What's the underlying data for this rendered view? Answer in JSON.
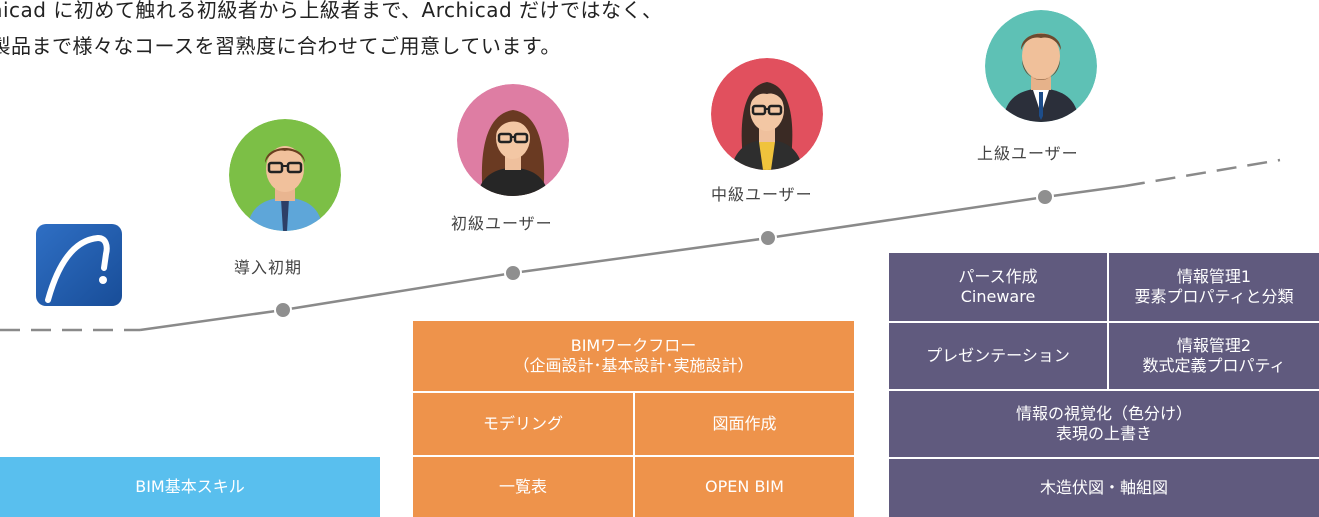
{
  "intro": {
    "line1": "rchicad に初めて触れる初級者から上級者まで、Archicad だけではなく、",
    "line2": "連製品まで様々なコースを習熟度に合わせてご用意しています。"
  },
  "levels": {
    "intro_stage": "導入初期",
    "beginner": "初級ユーザー",
    "intermediate": "中級ユーザー",
    "advanced": "上級ユーザー"
  },
  "icons": {
    "logo": "archicad-logo-icon",
    "intro_avatar": "male-user-avatar-icon",
    "beginner_avatar": "female-user-avatar-icon",
    "intermediate_avatar": "female-user-avatar-icon",
    "advanced_avatar": "bearded-male-user-avatar-icon"
  },
  "courses": {
    "basic": {
      "bim_basic_skills": "BIM基本スキル"
    },
    "workflow": {
      "title_line1": "BIMワークフロー",
      "title_line2": "（企画設計･基本設計･実施設計）",
      "modeling": "モデリング",
      "drawing": "図面作成",
      "schedule": "一覧表",
      "open_bim": "OPEN BIM"
    },
    "advanced": {
      "perspective_line1": "パース作成",
      "perspective_line2": "Cineware",
      "info1_line1": "情報管理1",
      "info1_line2": "要素プロパティと分類",
      "presentation": "プレゼンテーション",
      "info2_line1": "情報管理2",
      "info2_line2": "数式定義プロパティ",
      "visual_line1": "情報の視覚化（色分け）",
      "visual_line2": "表現の上書き",
      "wooden": "木造伏図・軸組図"
    }
  },
  "colors": {
    "orange": "#ee934b",
    "purple": "#605a7e",
    "blue": "#59bfee",
    "line": "#8a8a8a"
  }
}
